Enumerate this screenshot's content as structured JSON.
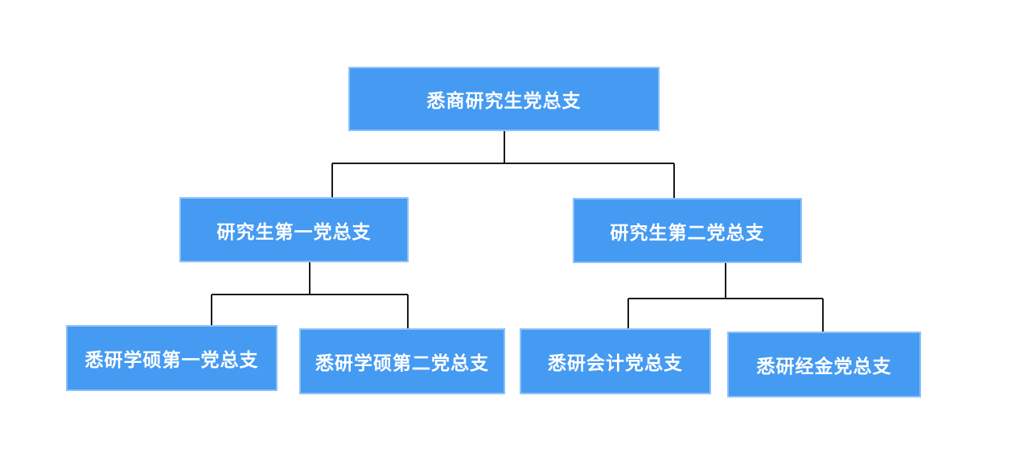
{
  "diagram": {
    "type": "org-chart",
    "nodes": [
      {
        "label": "悉商研究生党总支",
        "level": 1,
        "parent": null
      },
      {
        "label": "研究生第一党总支",
        "level": 2,
        "parent": "悉商研究生党总支"
      },
      {
        "label": "研究生第二党总支",
        "level": 2,
        "parent": "悉商研究生党总支"
      },
      {
        "label": "悉研学硕第一党总支",
        "level": 3,
        "parent": "研究生第一党总支"
      },
      {
        "label": "悉研学硕第二党总支",
        "level": 3,
        "parent": "研究生第一党总支"
      },
      {
        "label": "悉研会计党总支",
        "level": 3,
        "parent": "研究生第二党总支"
      },
      {
        "label": "悉研经金党总支",
        "level": 3,
        "parent": "研究生第二党总支"
      }
    ],
    "colors": {
      "node_fill": "#459AF2",
      "node_border": "#8CC2F7",
      "node_text": "#FFFFFF",
      "connector": "#1A1A1A",
      "background": "#FFFFFF"
    }
  }
}
